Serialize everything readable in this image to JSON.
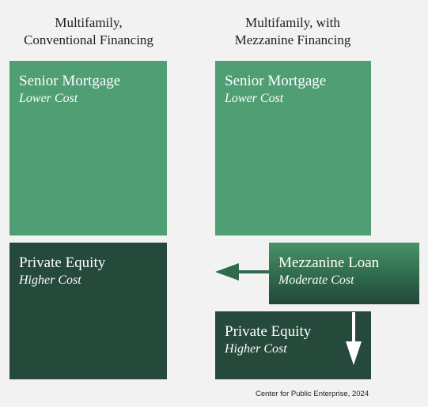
{
  "columns": [
    {
      "title": "Multifamily,\nConventional Financing",
      "senior": {
        "label": "Senior Mortgage",
        "cost": "Lower Cost"
      },
      "equity": {
        "label": "Private Equity",
        "cost": "Higher Cost"
      }
    },
    {
      "title": "Multifamily, with\nMezzanine Financing",
      "senior": {
        "label": "Senior Mortgage",
        "cost": "Lower Cost"
      },
      "mezzanine": {
        "label": "Mezzanine Loan",
        "cost": "Moderate Cost"
      },
      "equity": {
        "label": "Private Equity",
        "cost": "Higher Cost"
      }
    }
  ],
  "credit": "Center for Public Enterprise, 2024",
  "colors": {
    "senior": "#4f9e74",
    "equity": "#25493a",
    "mezzanine_top": "#4a9268",
    "arrow": "#2f6a4c",
    "background": "#f2f2f2"
  }
}
